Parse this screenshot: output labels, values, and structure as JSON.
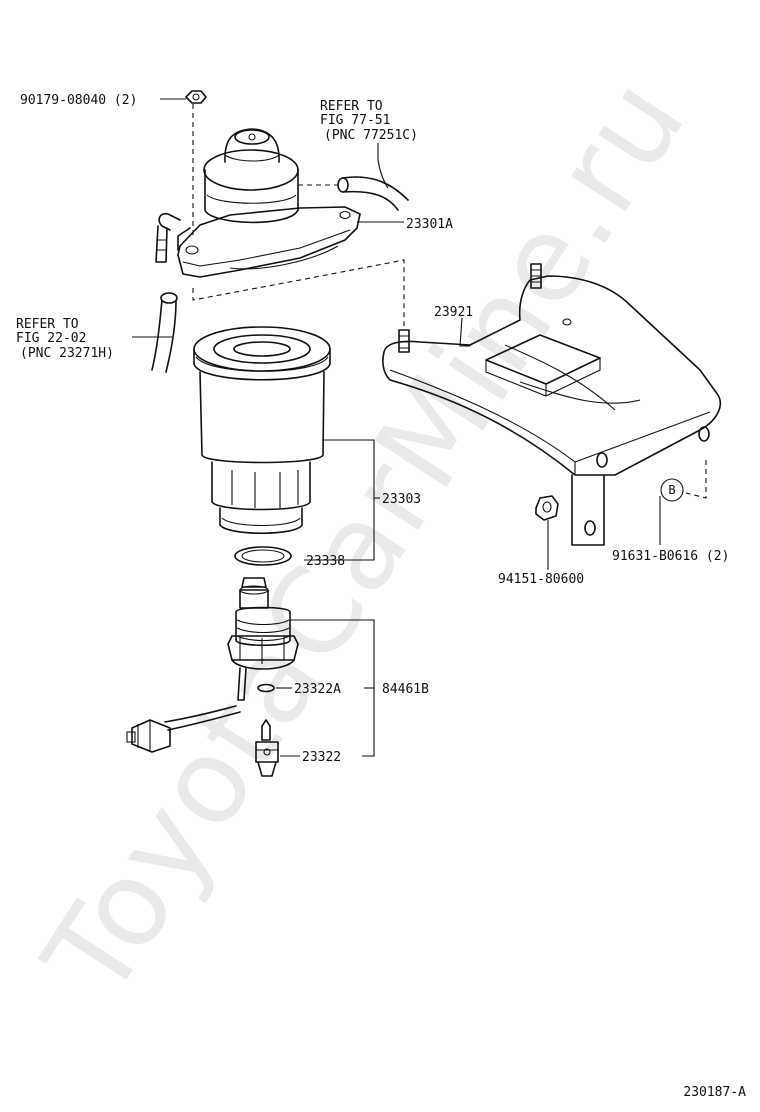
{
  "watermark": "ToyotaCarMine.ru",
  "figure_code": "230187-A",
  "labels": {
    "p90179": "90179-08040 (2)",
    "refer_a1": "REFER TO",
    "refer_a2": "FIG 77-51",
    "refer_a3": "(PNC 77251C)",
    "p23301a": "23301A",
    "refer_b1": "REFER TO",
    "refer_b2": "FIG 22-02",
    "refer_b3": "(PNC 23271H)",
    "p23921": "23921",
    "p23303": "23303",
    "p23338": "23338",
    "p23322a": "23322A",
    "p84461b": "84461B",
    "p23322": "23322",
    "p94151": "94151-80600",
    "p91631": "91631-B0616 (2)",
    "callout_b": "B"
  }
}
